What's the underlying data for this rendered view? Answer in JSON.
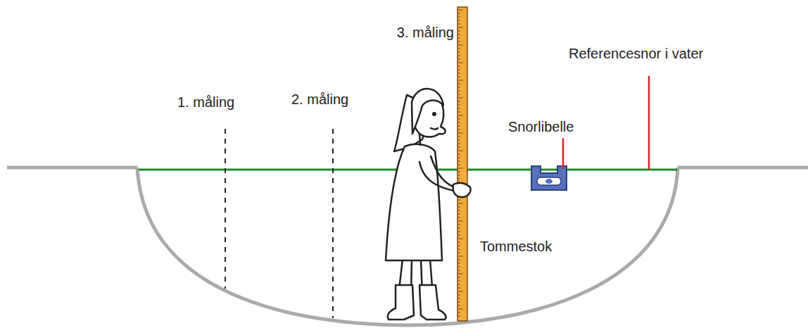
{
  "diagram": {
    "labels": [
      "3. måling",
      "1. måling",
      "2. måling",
      "Referencesnor i vater",
      "Snorlibelle",
      "Tommestok"
    ]
  }
}
